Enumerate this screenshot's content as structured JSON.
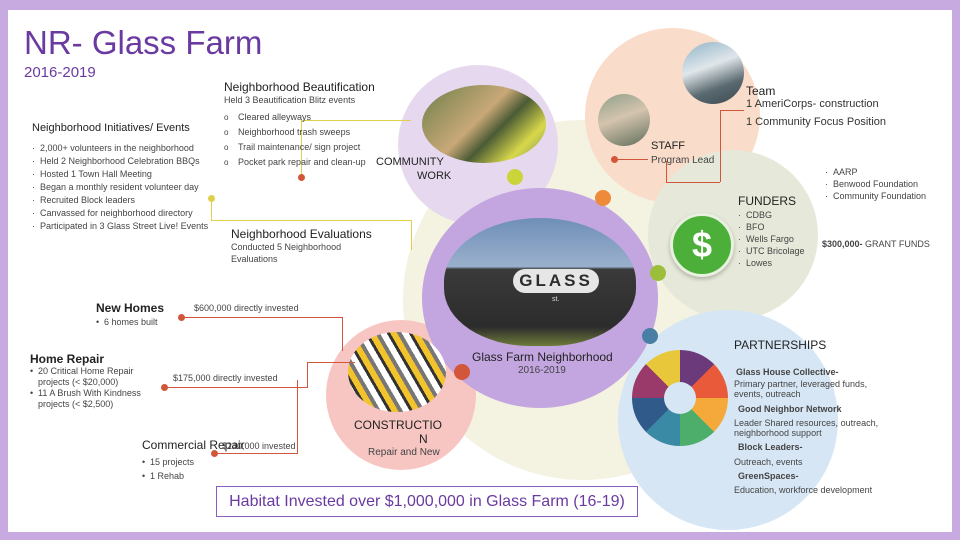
{
  "title": "NR- Glass Farm",
  "subtitle": "2016-2019",
  "colors": {
    "purple": "#6a3aa0",
    "orange": "#d2563a",
    "yellow": "#e0cf4a",
    "green": "#9bbf3a",
    "blue": "#4a7fa5"
  },
  "initiatives": {
    "heading": "Neighborhood Initiatives/ Events",
    "items": [
      "2,000+ volunteers in the neighborhood",
      "Held 2 Neighborhood Celebration BBQs",
      "Hosted 1 Town Hall Meeting",
      "Began a monthly resident volunteer day",
      "Recruited Block leaders",
      "Canvassed for neighborhood directory",
      "Participated in 3 Glass Street Live! Events"
    ]
  },
  "beautification": {
    "heading": "Neighborhood Beautification",
    "sub": "Held 3 Beautification Blitz events",
    "items": [
      "Cleared alleyways",
      "Neighborhood trash sweeps",
      "Trail maintenance/ sign project",
      "Pocket park repair and clean-up"
    ]
  },
  "community_work": {
    "line1": "COMMUNITY",
    "line2": "WORK"
  },
  "evaluations": {
    "heading": "Neighborhood Evaluations",
    "line1": "Conducted 5 Neighborhood",
    "line2": "Evaluations"
  },
  "team": {
    "heading": "Team",
    "line1": "1 AmeriCorps- construction",
    "line2": "1 Community Focus Position"
  },
  "staff": {
    "heading": "STAFF",
    "sub": "Program Lead"
  },
  "funders": {
    "heading": "FUNDERS",
    "list1": [
      "CDBG",
      "BFO",
      "Wells Fargo",
      "UTC Bricolage",
      "Lowes"
    ],
    "list2": [
      "AARP",
      "Benwood Foundation",
      "Community Foundation"
    ],
    "amount": "$300,000-",
    "amount_label": " GRANT FUNDS"
  },
  "center": {
    "label": "Glass Farm Neighborhood",
    "years": "2016-2019",
    "sign": "GLASS",
    "sign_sub": "st."
  },
  "new_homes": {
    "heading": "New Homes",
    "items": [
      "6 homes built"
    ],
    "invest": "$600,000 directly invested"
  },
  "home_repair": {
    "heading": "Home Repair",
    "items": [
      "20 Critical Home Repair projects (< $20,000)",
      "11 A Brush With Kindness projects (< $2,500)"
    ],
    "invest": "$175,000 directly invested"
  },
  "commercial": {
    "heading": "Commercial Repair",
    "items": [
      "15 projects",
      "1 Rehab"
    ],
    "invest": "$240,000 invested"
  },
  "construction": {
    "line1": "CONSTRUCTIO",
    "line2": "N",
    "sub": "Repair and New"
  },
  "partnerships": {
    "heading": "PARTNERSHIPS",
    "entries": [
      {
        "name": "Glass House Collective-",
        "desc": "Primary partner, leveraged funds, events, outreach"
      },
      {
        "name": "Good Neighbor Network",
        "desc": "Leader Shared resources, outreach, neighborhood support"
      },
      {
        "name": "Block Leaders-",
        "desc": "Outreach, events"
      },
      {
        "name": "GreenSpaces-",
        "desc": "Education, workforce development"
      }
    ]
  },
  "footer": "Habitat Invested over $1,000,000 in Glass Farm (16-19)"
}
